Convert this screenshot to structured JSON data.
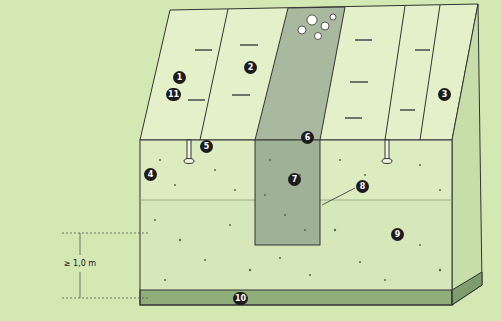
{
  "diagram": {
    "labels": [
      "1",
      "2",
      "3",
      "4",
      "5",
      "6",
      "7",
      "8",
      "9",
      "10",
      "11",
      "≥ 1,0 m"
    ]
  }
}
